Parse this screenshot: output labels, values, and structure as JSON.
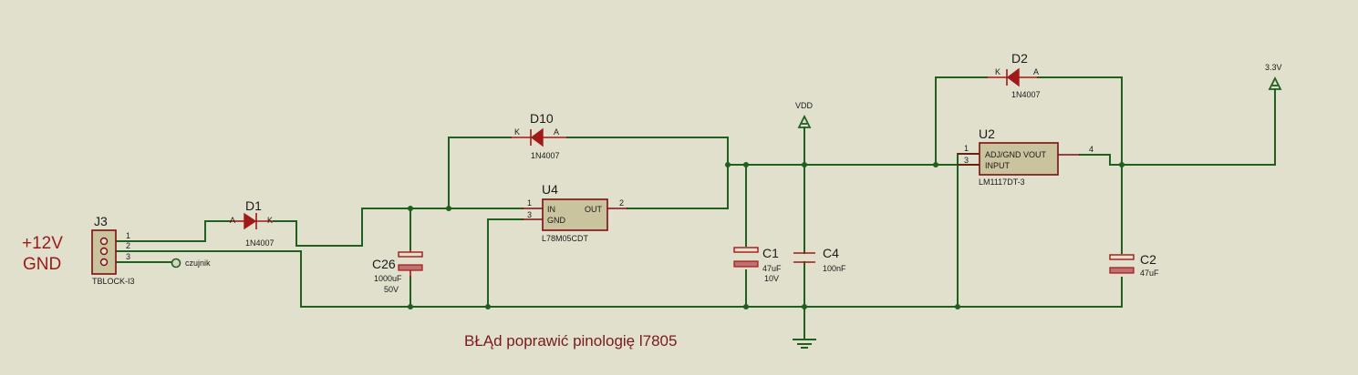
{
  "power_labels": {
    "plus12v": "+12V",
    "gnd": "GND"
  },
  "note": "BŁĄd poprawić pinologię l7805",
  "j3": {
    "ref": "J3",
    "value": "TBLOCK-I3",
    "pin1": "1",
    "pin2": "2",
    "pin3": "3"
  },
  "czujnik": "czujnik",
  "d1": {
    "ref": "D1",
    "value": "1N4007",
    "a": "A",
    "k": "K"
  },
  "d10": {
    "ref": "D10",
    "value": "1N4007",
    "a": "A",
    "k": "K"
  },
  "d2": {
    "ref": "D2",
    "value": "1N4007",
    "a": "A",
    "k": "K"
  },
  "c26": {
    "ref": "C26",
    "value": "1000uF",
    "voltage": "50V"
  },
  "c1": {
    "ref": "C1",
    "value": "47uF",
    "voltage": "10V"
  },
  "c4": {
    "ref": "C4",
    "value": "100nF"
  },
  "c2": {
    "ref": "C2",
    "value": "47uF"
  },
  "u4": {
    "ref": "U4",
    "part": "L78M05CDT",
    "in": "IN",
    "gnd": "GND",
    "out": "OUT",
    "pin1": "1",
    "pin2": "2",
    "pin3": "3"
  },
  "u2": {
    "ref": "U2",
    "part": "LM1117DT-3",
    "adj": "ADJ/GND",
    "input": "INPUT",
    "vout": "VOUT",
    "pin1": "1",
    "pin3": "3",
    "pin4": "4"
  },
  "vdd": "VDD",
  "v33": "3.3V",
  "colors": {
    "background": "#e1e0cd",
    "wire": "#1f5f1f",
    "component": "#a01818",
    "ic_body": "#c9c49e"
  }
}
